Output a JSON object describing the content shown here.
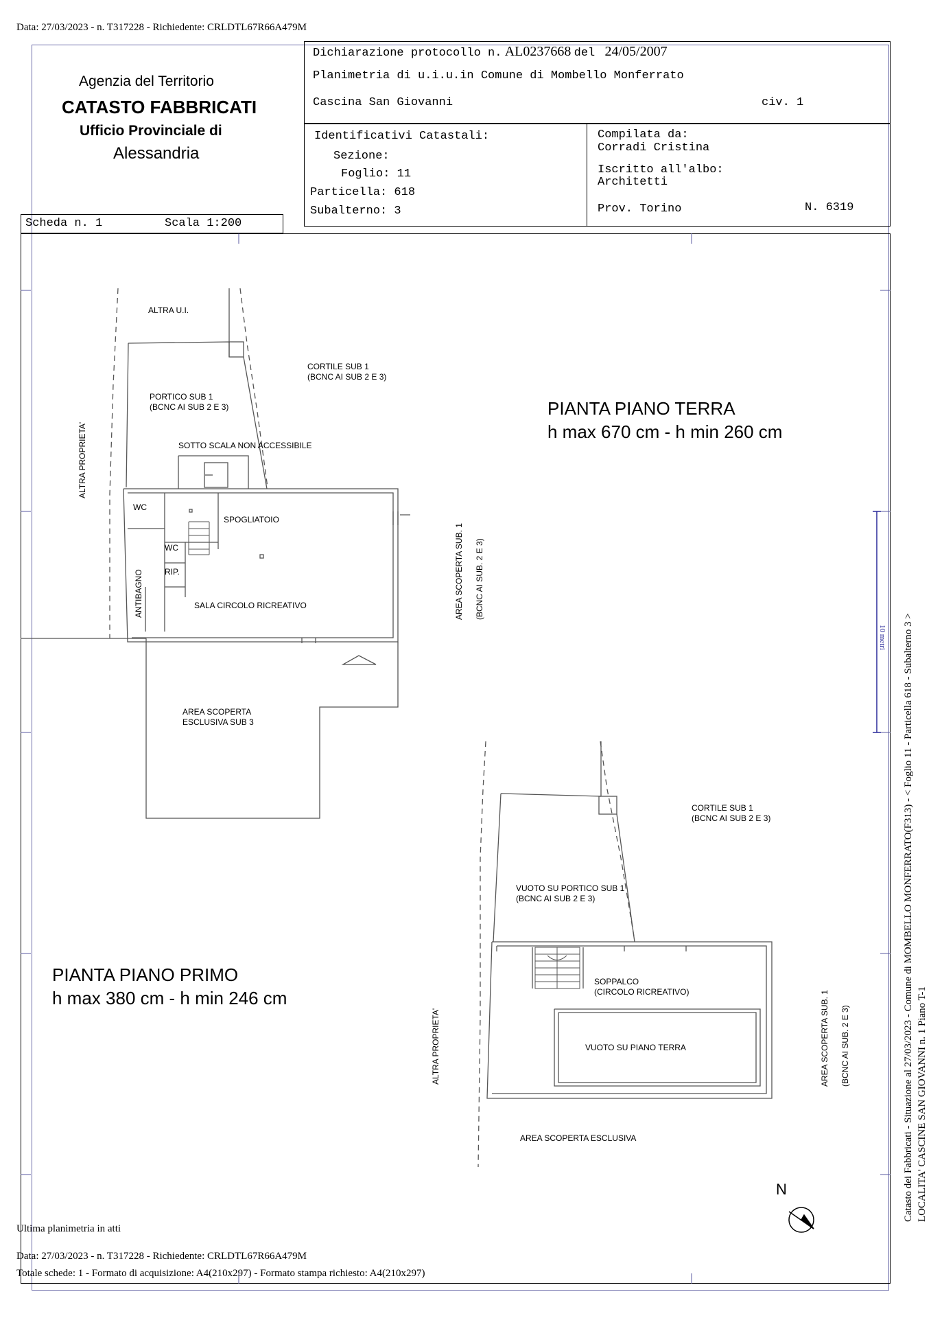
{
  "header_line": "Data: 27/03/2023 - n. T317228 - Richiedente: CRLDTL67R66A479M",
  "agency": {
    "line1": "Agenzia del Territorio",
    "line2": "CATASTO FABBRICATI",
    "line3": "Ufficio Provinciale di",
    "line4": "Alessandria"
  },
  "protocol": {
    "label": "Dichiarazione protocollo n.",
    "number": "AL0237668",
    "del_label": "del",
    "date": "24/05/2007"
  },
  "planimetria": "Planimetria di u.i.u.in Comune di Mombello Monferrato",
  "address": {
    "name": "Cascina San Giovanni",
    "civ": "civ. 1"
  },
  "identificativi": {
    "title": "Identificativi Catastali:",
    "sezione": "Sezione:",
    "foglio": "Foglio: 11",
    "particella": "Particella: 618",
    "subalterno": "Subalterno: 3"
  },
  "compilata": {
    "label": "Compilata da:",
    "name": "Corradi Cristina",
    "albo_label": "Iscritto all'albo:",
    "albo": "Architetti",
    "prov": "Prov. Torino",
    "n": "N.  6319"
  },
  "scheda": {
    "label": "Scheda n. 1",
    "scala": "Scala 1:200"
  },
  "ground_floor": {
    "title": "PIANTA PIANO TERRA",
    "heights": "h max 670 cm - h min 260 cm",
    "labels": {
      "altra_ui": "ALTRA U.I.",
      "cortile_1": "CORTILE SUB 1",
      "cortile_2": "(BCNC AI SUB 2 E 3)",
      "portico_1": "PORTICO SUB 1",
      "portico_2": "(BCNC AI SUB 2 E 3)",
      "altra_proprieta": "ALTRA PROPRIETA'",
      "sotto_scala": "SOTTO SCALA NON ACCESSIBILE",
      "wc1": "WC",
      "wc2": "WC",
      "rip": "RIP.",
      "spogliatoio": "SPOGLIATOIO",
      "antibagno": "ANTIBAGNO",
      "sala": "SALA CIRCOLO RICREATIVO",
      "area_scoperta_1": "AREA SCOPERTA SUB. 1",
      "area_scoperta_2": "(BCNC AI SUB. 2 E 3)",
      "area_esclusiva_1": "AREA SCOPERTA",
      "area_esclusiva_2": "ESCLUSIVA SUB 3"
    }
  },
  "first_floor": {
    "title": "PIANTA PIANO PRIMO",
    "heights": "h max 380 cm - h min 246 cm",
    "labels": {
      "cortile_1": "CORTILE SUB 1",
      "cortile_2": "(BCNC AI SUB 2 E 3)",
      "vuoto_portico_1": "VUOTO SU PORTICO SUB 1",
      "vuoto_portico_2": "(BCNC AI SUB 2 E 3)",
      "soppalco_1": "SOPPALCO",
      "soppalco_2": "(CIRCOLO RICREATIVO)",
      "vuoto_terra": "VUOTO SU PIANO TERRA",
      "altra_proprieta": "ALTRA PROPRIETA'",
      "area_scoperta_1": "AREA SCOPERTA SUB. 1",
      "area_scoperta_2": "(BCNC AI SUB. 2 E 3)",
      "area_esclusiva": "AREA SCOPERTA ESCLUSIVA"
    }
  },
  "north": "N",
  "scale_mark": "10 metri",
  "side_text_1": "Catasto dei Fabbricati - Situazione al 27/03/2023 - Comune di MOMBELLO MONFERRATO(F313) - < Foglio 11 - Particella 618 - Subalterno 3 >",
  "side_text_2": "LOCALITA' CASCINE SAN GIOVANNI n. 1 Piano T-1",
  "footer": {
    "ultima": "Ultima planimetria in atti",
    "data": "Data: 27/03/2023 - n. T317228 - Richiedente: CRLDTL67R66A479M",
    "totale": "Totale schede: 1 - Formato di acquisizione: A4(210x297)  - Formato stampa richiesto: A4(210x297)"
  }
}
